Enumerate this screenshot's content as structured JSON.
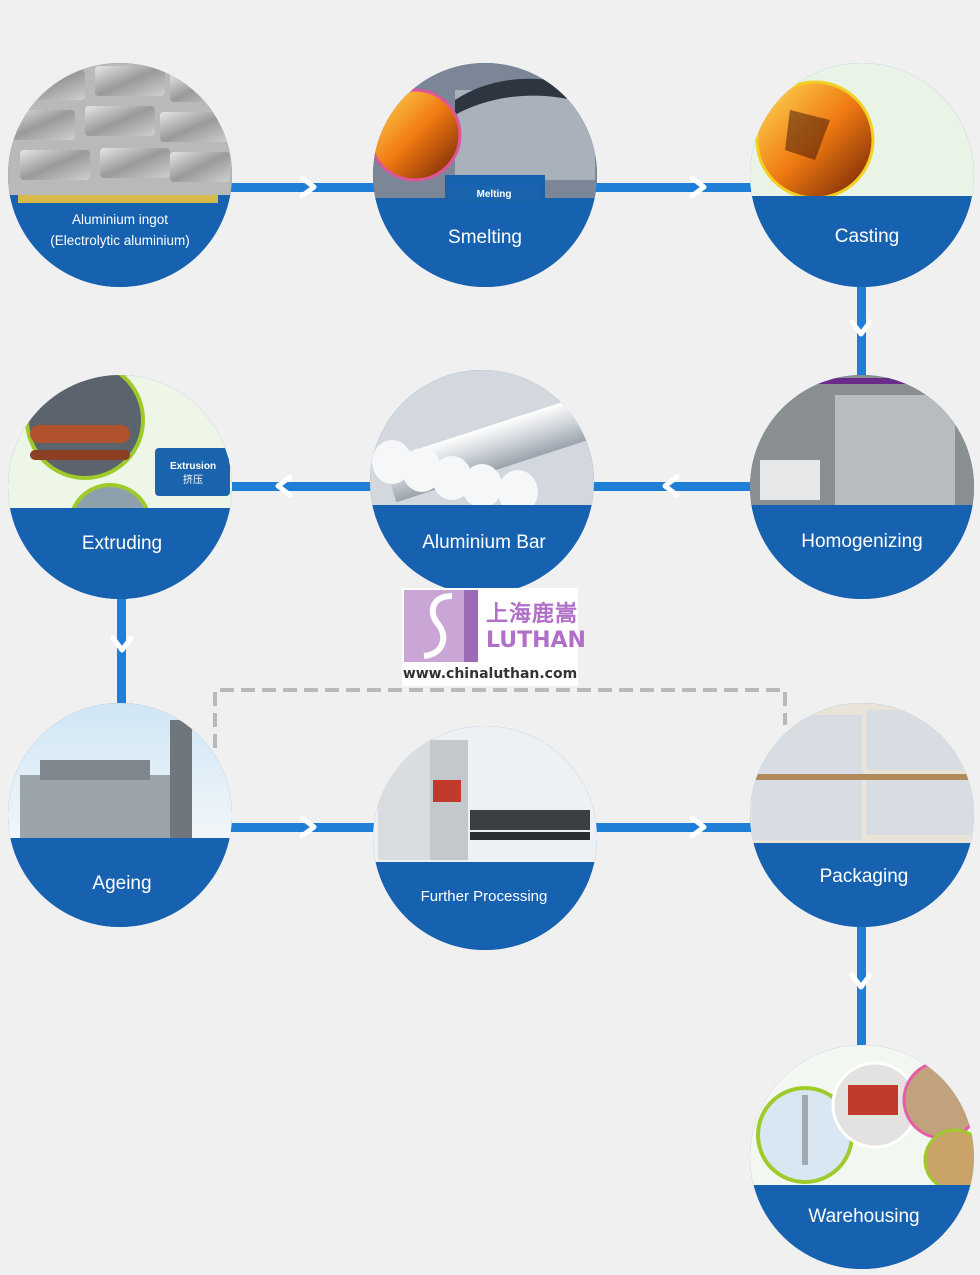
{
  "colors": {
    "background": "#f0f0f0",
    "connector": "#1f7fd6",
    "label_band": "#1762b0",
    "chevron": "#ffffff",
    "dashed_feedback": "#b9b9b9",
    "logo_accent": "#b06fc8"
  },
  "steps": [
    {
      "id": "aluminium-ingot",
      "label": "Aluminium ingot",
      "sublabel": "(Electrolytic aluminium)",
      "image": "aluminium-ingot-stack-photo"
    },
    {
      "id": "smelting",
      "label": "Smelting",
      "tag": "Melting",
      "image": "melting-furnace-photo"
    },
    {
      "id": "casting",
      "label": "Casting",
      "image": "molten-metal-casting-photo"
    },
    {
      "id": "homogenizing",
      "label": "Homogenizing",
      "image": "homogenizing-furnace-photo"
    },
    {
      "id": "aluminium-bar",
      "label": "Aluminium Bar",
      "image": "aluminium-bars-photo"
    },
    {
      "id": "extruding",
      "label": "Extruding",
      "tag": "Extrusion",
      "tag_cn": "挤压",
      "image": "extrusion-press-photo"
    },
    {
      "id": "ageing",
      "label": "Ageing",
      "image": "ageing-furnace-photo"
    },
    {
      "id": "further-processing",
      "label": "Further Processing",
      "image": "cnc-machining-center-photo"
    },
    {
      "id": "packaging",
      "label": "Packaging",
      "image": "packed-profiles-on-pallets-photo"
    },
    {
      "id": "warehousing",
      "label": "Warehousing",
      "image": "buildings-and-shipping-photos"
    }
  ],
  "logo": {
    "name_cn": "上海鹿嵩",
    "name_en": "LUTHAN",
    "url": "www.chinaluthan.com"
  }
}
